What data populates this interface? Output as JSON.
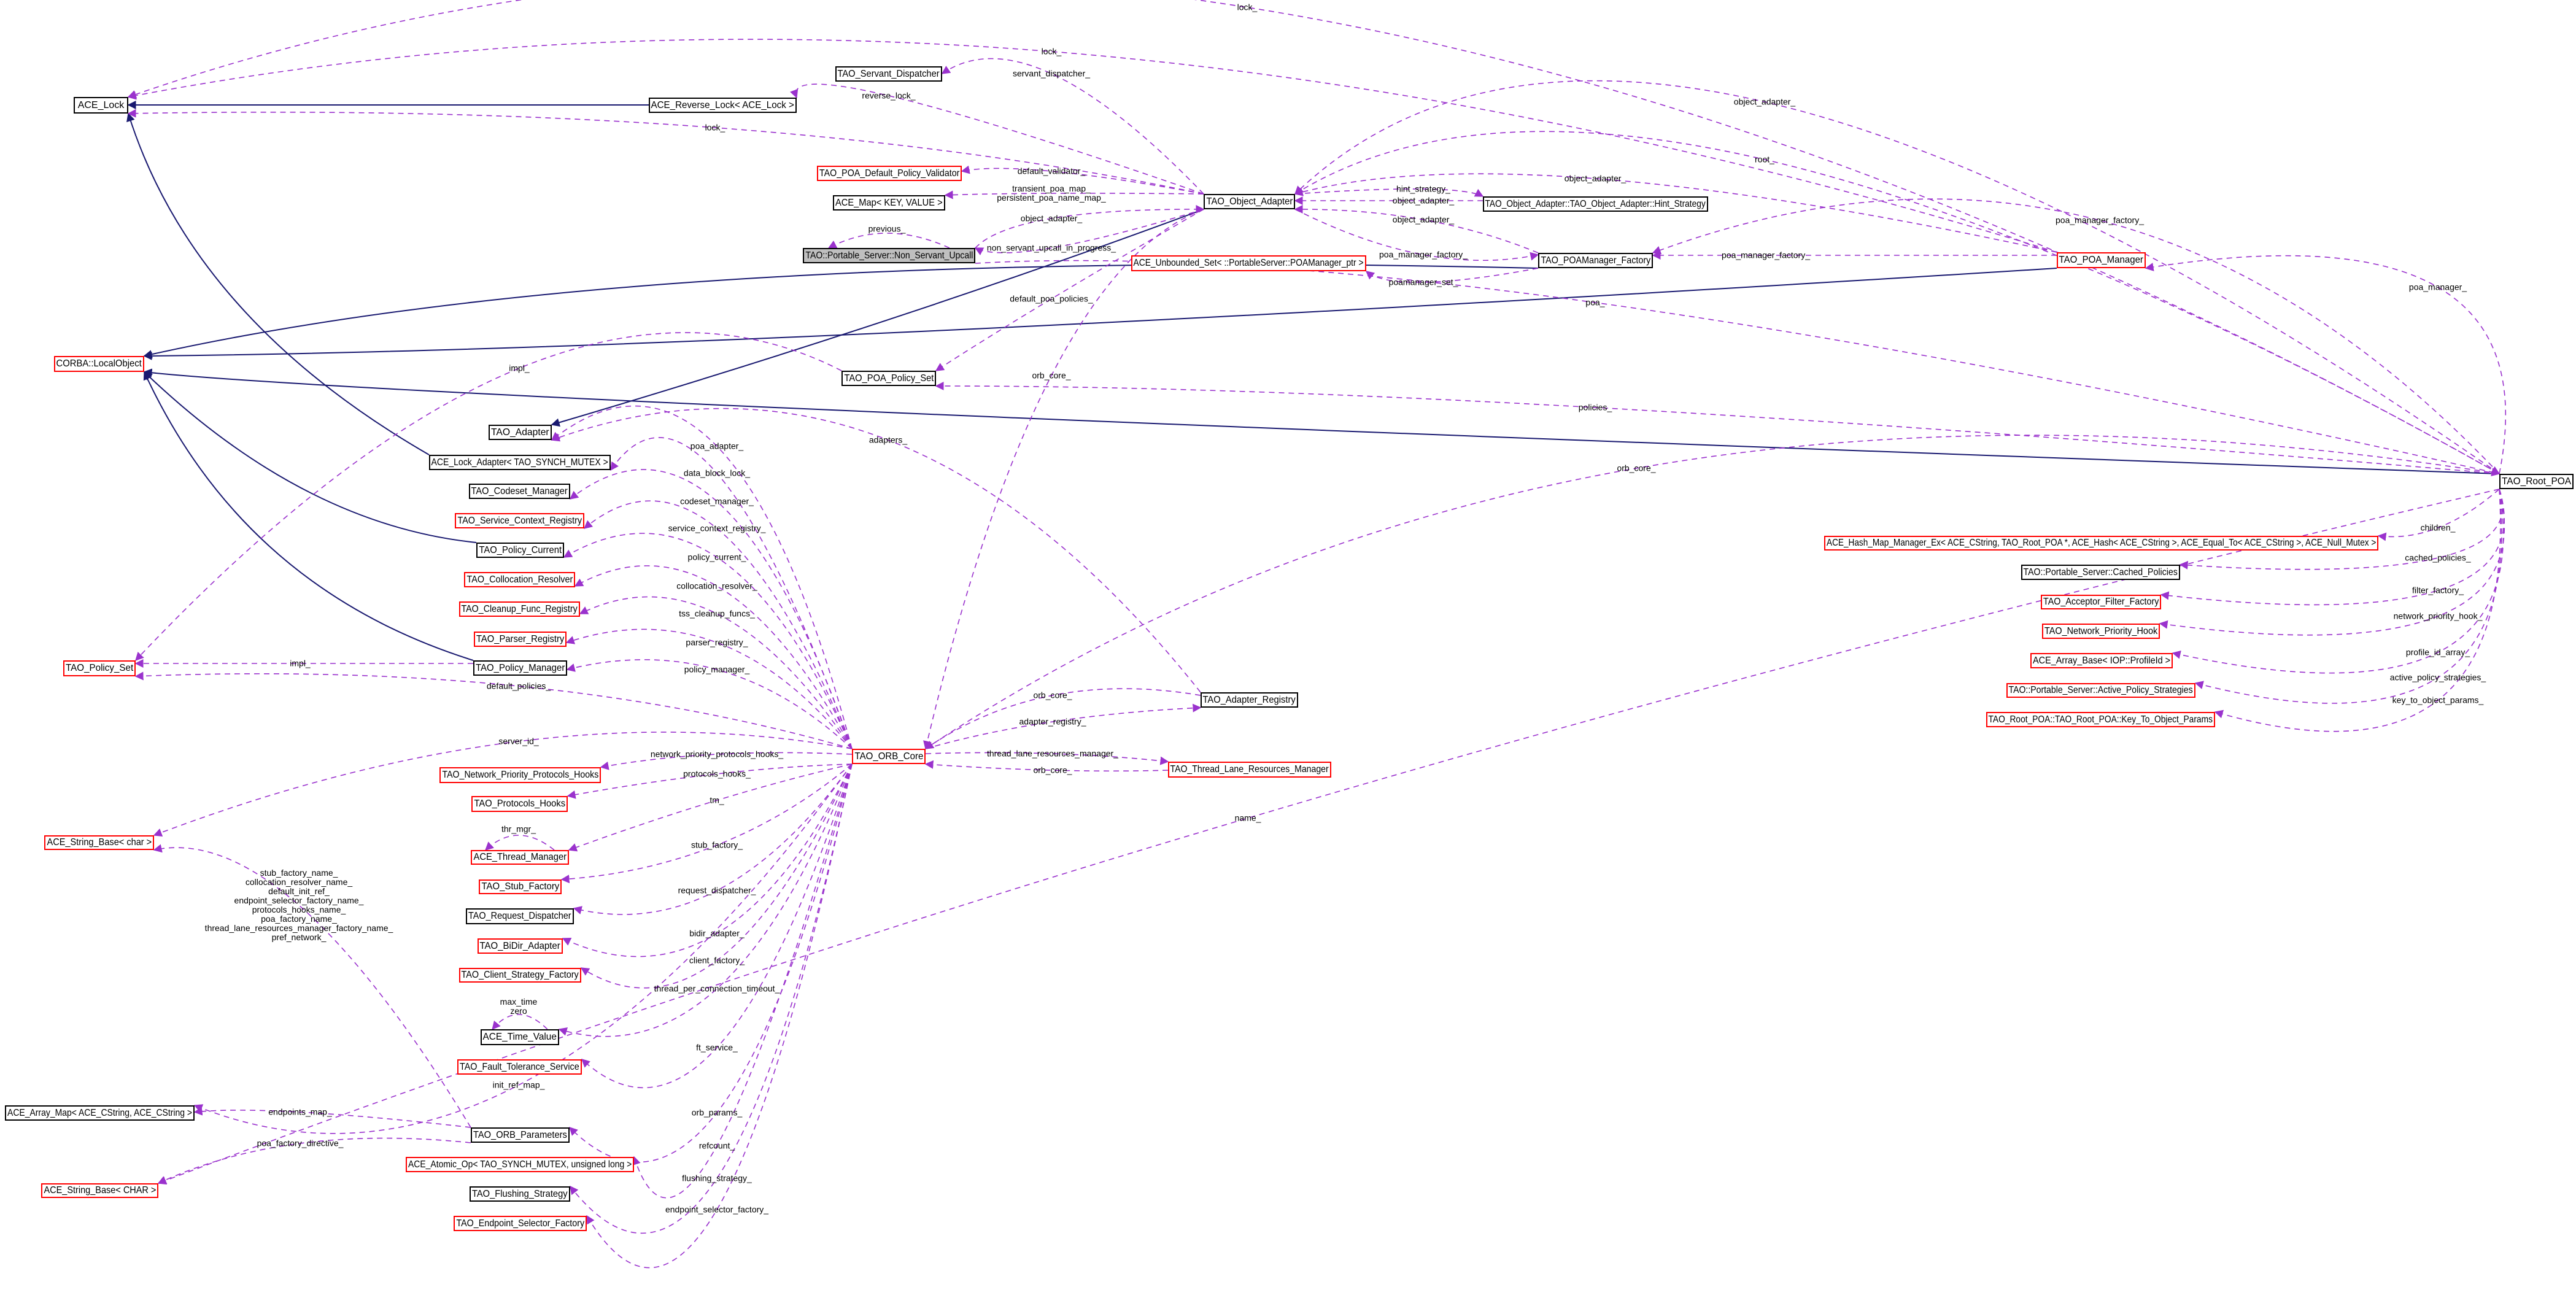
{
  "colors": {
    "usage_edge": "#9a32cd",
    "inherit_edge": "#191970",
    "undocumented_border": "#ff0000",
    "focus_fill": "#bfbfbf"
  },
  "nodes": [
    {
      "id": "acelock",
      "label": "ACE_Lock",
      "border": "black"
    },
    {
      "id": "servdisp",
      "label": "TAO_Servant_Dispatcher",
      "border": "black"
    },
    {
      "id": "revlock",
      "label": "ACE_Reverse_Lock< ACE_Lock >",
      "border": "black"
    },
    {
      "id": "validator",
      "label": "TAO_POA_Default_Policy_Validator",
      "border": "red"
    },
    {
      "id": "acemap",
      "label": "ACE_Map< KEY, VALUE >",
      "border": "black"
    },
    {
      "id": "nsu",
      "label": "TAO::Portable_Server::Non_Servant_Upcall",
      "border": "black",
      "focus": true
    },
    {
      "id": "oa",
      "label": "TAO_Object_Adapter",
      "border": "black"
    },
    {
      "id": "hint",
      "label": "TAO_Object_Adapter::TAO_Object_Adapter::Hint_Strategy",
      "border": "black"
    },
    {
      "id": "unbset",
      "label": "ACE_Unbounded_Set< ::PortableServer::POAManager_ptr >",
      "border": "red"
    },
    {
      "id": "poamf",
      "label": "TAO_POAManager_Factory",
      "border": "black"
    },
    {
      "id": "poamgr",
      "label": "TAO_POA_Manager",
      "border": "red"
    },
    {
      "id": "localobj",
      "label": "CORBA::LocalObject",
      "border": "red"
    },
    {
      "id": "poapolset",
      "label": "TAO_POA_Policy_Set",
      "border": "black"
    },
    {
      "id": "taoadapter",
      "label": "TAO_Adapter",
      "border": "black"
    },
    {
      "id": "lockadapter",
      "label": "ACE_Lock_Adapter< TAO_SYNCH_MUTEX >",
      "border": "black"
    },
    {
      "id": "codeset",
      "label": "TAO_Codeset_Manager",
      "border": "black"
    },
    {
      "id": "svcctx",
      "label": "TAO_Service_Context_Registry",
      "border": "red"
    },
    {
      "id": "polcur",
      "label": "TAO_Policy_Current",
      "border": "black"
    },
    {
      "id": "colloc",
      "label": "TAO_Collocation_Resolver",
      "border": "red"
    },
    {
      "id": "cleanup",
      "label": "TAO_Cleanup_Func_Registry",
      "border": "red"
    },
    {
      "id": "parser",
      "label": "TAO_Parser_Registry",
      "border": "red"
    },
    {
      "id": "polmgr",
      "label": "TAO_Policy_Manager",
      "border": "black"
    },
    {
      "id": "polset",
      "label": "TAO_Policy_Set",
      "border": "red"
    },
    {
      "id": "adreg",
      "label": "TAO_Adapter_Registry",
      "border": "black"
    },
    {
      "id": "orbcore",
      "label": "TAO_ORB_Core",
      "border": "red"
    },
    {
      "id": "tlrm",
      "label": "TAO_Thread_Lane_Resources_Manager",
      "border": "red"
    },
    {
      "id": "npph",
      "label": "TAO_Network_Priority_Protocols_Hooks",
      "border": "red"
    },
    {
      "id": "protohooks",
      "label": "TAO_Protocols_Hooks",
      "border": "red"
    },
    {
      "id": "strchar",
      "label": "ACE_String_Base< char >",
      "border": "red"
    },
    {
      "id": "thrmgr",
      "label": "ACE_Thread_Manager",
      "border": "red"
    },
    {
      "id": "stubf",
      "label": "TAO_Stub_Factory",
      "border": "red"
    },
    {
      "id": "reqdisp",
      "label": "TAO_Request_Dispatcher",
      "border": "black"
    },
    {
      "id": "bidir",
      "label": "TAO_BiDir_Adapter",
      "border": "red"
    },
    {
      "id": "clientsf",
      "label": "TAO_Client_Strategy_Factory",
      "border": "red"
    },
    {
      "id": "timeval",
      "label": "ACE_Time_Value",
      "border": "black"
    },
    {
      "id": "ft",
      "label": "TAO_Fault_Tolerance_Service",
      "border": "red"
    },
    {
      "id": "arraymap",
      "label": "ACE_Array_Map< ACE_CString, ACE_CString >",
      "border": "black"
    },
    {
      "id": "orbparams",
      "label": "TAO_ORB_Parameters",
      "border": "black"
    },
    {
      "id": "atomic",
      "label": "ACE_Atomic_Op< TAO_SYNCH_MUTEX, unsigned long >",
      "border": "red"
    },
    {
      "id": "strCHAR",
      "label": "ACE_String_Base< CHAR >",
      "border": "red"
    },
    {
      "id": "flush",
      "label": "TAO_Flushing_Strategy",
      "border": "black"
    },
    {
      "id": "endpsel",
      "label": "TAO_Endpoint_Selector_Factory",
      "border": "red"
    },
    {
      "id": "rootpoa",
      "label": "TAO_Root_POA",
      "border": "black"
    },
    {
      "id": "hashmap",
      "label": "ACE_Hash_Map_Manager_Ex< ACE_CString, TAO_Root_POA *, ACE_Hash< ACE_CString >, ACE_Equal_To< ACE_CString >, ACE_Null_Mutex >",
      "border": "red"
    },
    {
      "id": "cached",
      "label": "TAO::Portable_Server::Cached_Policies",
      "border": "black"
    },
    {
      "id": "acceptor",
      "label": "TAO_Acceptor_Filter_Factory",
      "border": "red"
    },
    {
      "id": "nph",
      "label": "TAO_Network_Priority_Hook",
      "border": "red"
    },
    {
      "id": "arraybase",
      "label": "ACE_Array_Base< IOP::ProfileId >",
      "border": "red"
    },
    {
      "id": "activepol",
      "label": "TAO::Portable_Server::Active_Policy_Strategies",
      "border": "red"
    },
    {
      "id": "keyobj",
      "label": "TAO_Root_POA::TAO_Root_POA::Key_To_Object_Params",
      "border": "red"
    }
  ],
  "inheritance": [
    {
      "from": "revlock",
      "to": "acelock"
    },
    {
      "from": "lockadapter",
      "to": "acelock"
    },
    {
      "from": "oa",
      "to": "taoadapter"
    },
    {
      "from": "poamf",
      "to": "localobj"
    },
    {
      "from": "poamgr",
      "to": "localobj"
    },
    {
      "from": "rootpoa",
      "to": "localobj"
    },
    {
      "from": "polcur",
      "to": "localobj"
    },
    {
      "from": "polmgr",
      "to": "localobj"
    }
  ],
  "edges": [
    {
      "from": "rootpoa",
      "to": "acelock",
      "label": [
        "lock_"
      ]
    },
    {
      "from": "poamgr",
      "to": "acelock",
      "label": [
        "lock_"
      ]
    },
    {
      "from": "oa",
      "to": "acelock",
      "label": [
        "lock_"
      ]
    },
    {
      "from": "oa",
      "to": "servdisp",
      "label": [
        "servant_dispatcher_"
      ]
    },
    {
      "from": "oa",
      "to": "revlock",
      "label": [
        "reverse_lock_"
      ]
    },
    {
      "from": "oa",
      "to": "validator",
      "label": [
        "default_validator_"
      ]
    },
    {
      "from": "oa",
      "to": "acemap",
      "label": [
        "transient_poa_map_",
        "persistent_poa_name_map_"
      ]
    },
    {
      "from": "nsu",
      "to": "oa",
      "label": [
        "object_adapter_"
      ]
    },
    {
      "from": "nsu",
      "to": "nsu",
      "label": [
        "previous_"
      ]
    },
    {
      "from": "oa",
      "to": "nsu",
      "label": [
        "non_servant_upcall_in_progress_"
      ]
    },
    {
      "from": "oa",
      "to": "hint",
      "label": [
        "hint_strategy_"
      ]
    },
    {
      "from": "hint",
      "to": "oa",
      "label": [
        "object_adapter_"
      ]
    },
    {
      "from": "poamf",
      "to": "oa",
      "label": [
        "object_adapter_"
      ]
    },
    {
      "from": "oa",
      "to": "poamf",
      "label": [
        "poa_manager_factory_"
      ]
    },
    {
      "from": "poamf",
      "to": "unbset",
      "label": [
        "poamanager_set_"
      ]
    },
    {
      "from": "poamgr",
      "to": "oa",
      "label": [
        "object_adapter_"
      ]
    },
    {
      "from": "rootpoa",
      "to": "oa",
      "label": [
        "object_adapter_"
      ]
    },
    {
      "from": "oa",
      "to": "rootpoa",
      "label": [
        "root_"
      ]
    },
    {
      "from": "rootpoa",
      "to": "poamf",
      "label": [
        "poa_manager_factory_"
      ]
    },
    {
      "from": "poamgr",
      "to": "poamf",
      "label": [
        "poa_manager_factory_"
      ]
    },
    {
      "from": "rootpoa",
      "to": "poamgr",
      "label": [
        "poa_manager_"
      ]
    },
    {
      "from": "nsu",
      "to": "rootpoa",
      "label": [
        "poa_"
      ]
    },
    {
      "from": "oa",
      "to": "poapolset",
      "label": [
        "default_poa_policies_"
      ]
    },
    {
      "from": "rootpoa",
      "to": "poapolset",
      "label": [
        "policies_"
      ]
    },
    {
      "from": "poapolset",
      "to": "polset",
      "label": [
        "impl_"
      ]
    },
    {
      "from": "oa",
      "to": "orbcore",
      "label": [
        "orb_core_"
      ]
    },
    {
      "from": "rootpoa",
      "to": "orbcore",
      "label": [
        "orb_core_"
      ]
    },
    {
      "from": "orbcore",
      "to": "taoadapter",
      "label": [
        "poa_adapter_"
      ]
    },
    {
      "from": "orbcore",
      "to": "lockadapter",
      "label": [
        "data_block_lock_"
      ]
    },
    {
      "from": "orbcore",
      "to": "codeset",
      "label": [
        "codeset_manager_"
      ]
    },
    {
      "from": "orbcore",
      "to": "svcctx",
      "label": [
        "service_context_registry_"
      ]
    },
    {
      "from": "orbcore",
      "to": "polcur",
      "label": [
        "policy_current_"
      ]
    },
    {
      "from": "orbcore",
      "to": "colloc",
      "label": [
        "collocation_resolver_"
      ]
    },
    {
      "from": "orbcore",
      "to": "cleanup",
      "label": [
        "tss_cleanup_funcs_"
      ]
    },
    {
      "from": "orbcore",
      "to": "parser",
      "label": [
        "parser_registry_"
      ]
    },
    {
      "from": "orbcore",
      "to": "polmgr",
      "label": [
        "policy_manager_"
      ]
    },
    {
      "from": "polmgr",
      "to": "polset",
      "label": [
        "impl_"
      ]
    },
    {
      "from": "orbcore",
      "to": "polset",
      "label": [
        "default_policies_"
      ]
    },
    {
      "from": "orbcore",
      "to": "strchar",
      "label": [
        "server_id_"
      ]
    },
    {
      "from": "orbcore",
      "to": "npph",
      "label": [
        "network_priority_protocols_hooks_"
      ]
    },
    {
      "from": "orbcore",
      "to": "protohooks",
      "label": [
        "protocols_hooks_"
      ]
    },
    {
      "from": "orbcore",
      "to": "thrmgr",
      "label": [
        "tm_"
      ]
    },
    {
      "from": "thrmgr",
      "to": "thrmgr",
      "label": [
        "thr_mgr_"
      ]
    },
    {
      "from": "orbcore",
      "to": "stubf",
      "label": [
        "stub_factory_"
      ]
    },
    {
      "from": "orbcore",
      "to": "reqdisp",
      "label": [
        "request_dispatcher_"
      ]
    },
    {
      "from": "orbcore",
      "to": "bidir",
      "label": [
        "bidir_adapter_"
      ]
    },
    {
      "from": "orbcore",
      "to": "clientsf",
      "label": [
        "client_factory_"
      ]
    },
    {
      "from": "orbcore",
      "to": "timeval",
      "label": [
        "thread_per_connection_timeout_"
      ]
    },
    {
      "from": "timeval",
      "to": "timeval",
      "label": [
        "max_time",
        "zero"
      ]
    },
    {
      "from": "orbcore",
      "to": "ft",
      "label": [
        "ft_service_"
      ]
    },
    {
      "from": "orbcore",
      "to": "arraymap",
      "label": [
        "init_ref_map_"
      ]
    },
    {
      "from": "orbcore",
      "to": "orbparams",
      "label": [
        "orb_params_"
      ]
    },
    {
      "from": "orbcore",
      "to": "atomic",
      "label": [
        "refcount_"
      ]
    },
    {
      "from": "orbcore",
      "to": "flush",
      "label": [
        "flushing_strategy_"
      ]
    },
    {
      "from": "orbcore",
      "to": "endpsel",
      "label": [
        "endpoint_selector_factory_"
      ]
    },
    {
      "from": "orbparams",
      "to": "strchar",
      "label": [
        "stub_factory_name_",
        "collocation_resolver_name_",
        "default_init_ref_",
        "endpoint_selector_factory_name_",
        "protocols_hooks_name_",
        "poa_factory_name_",
        "thread_lane_resources_manager_factory_name_",
        "pref_network_"
      ]
    },
    {
      "from": "orbparams",
      "to": "arraymap",
      "label": [
        "endpoints_map_"
      ]
    },
    {
      "from": "orbparams",
      "to": "strCHAR",
      "label": [
        "poa_factory_directive_"
      ]
    },
    {
      "from": "rootpoa",
      "to": "strCHAR",
      "label": [
        "name_"
      ]
    },
    {
      "from": "adreg",
      "to": "taoadapter",
      "label": [
        "adapters_"
      ]
    },
    {
      "from": "adreg",
      "to": "orbcore",
      "label": [
        "orb_core_"
      ]
    },
    {
      "from": "orbcore",
      "to": "adreg",
      "label": [
        "adapter_registry_"
      ]
    },
    {
      "from": "orbcore",
      "to": "tlrm",
      "label": [
        "thread_lane_resources_manager_"
      ]
    },
    {
      "from": "tlrm",
      "to": "orbcore",
      "label": [
        "orb_core_"
      ]
    },
    {
      "from": "rootpoa",
      "to": "hashmap",
      "label": [
        "children_"
      ]
    },
    {
      "from": "rootpoa",
      "to": "cached",
      "label": [
        "cached_policies_"
      ]
    },
    {
      "from": "rootpoa",
      "to": "acceptor",
      "label": [
        "filter_factory_"
      ]
    },
    {
      "from": "rootpoa",
      "to": "nph",
      "label": [
        "network_priority_hook_"
      ]
    },
    {
      "from": "rootpoa",
      "to": "arraybase",
      "label": [
        "profile_id_array_"
      ]
    },
    {
      "from": "rootpoa",
      "to": "activepol",
      "label": [
        "active_policy_strategies_"
      ]
    },
    {
      "from": "rootpoa",
      "to": "keyobj",
      "label": [
        "key_to_object_params_"
      ]
    }
  ]
}
